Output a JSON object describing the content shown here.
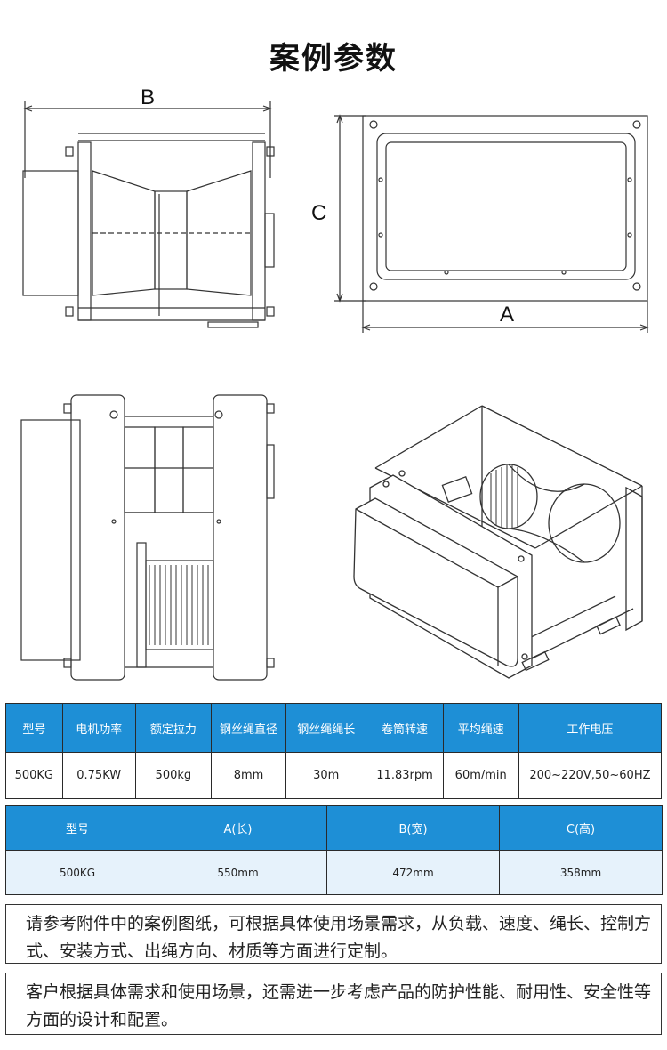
{
  "page_title": "案例参数",
  "dimension_labels": {
    "b": "B",
    "c": "C",
    "a": "A"
  },
  "spec_table": {
    "headers": [
      "型号",
      "电机功率",
      "额定拉力",
      "钢丝绳直径",
      "钢丝绳绳长",
      "卷筒转速",
      "平均绳速",
      "工作电压"
    ],
    "row": [
      "500KG",
      "0.75KW",
      "500kg",
      "8mm",
      "30m",
      "11.83rpm",
      "60m/min",
      "200~220V,50~60HZ"
    ]
  },
  "size_table": {
    "headers": [
      "型号",
      "A(长)",
      "B(宽)",
      "C(高)"
    ],
    "row": [
      "500KG",
      "550mm",
      "472mm",
      "358mm"
    ]
  },
  "notes": {
    "note1": "请参考附件中的案例图纸，可根据具体使用场景需求，从负载、速度、绳长、控制方式、安装方式、出绳方向、材质等方面进行定制。",
    "note2": "客户根据具体需求和使用场景，还需进一步考虑产品的防护性能、耐用性、安全性等方面的设计和配置。"
  },
  "colors": {
    "header_bg": "#1e8fd6",
    "header_text": "#ffffff",
    "row_alt_bg": "#e6f2fb"
  }
}
